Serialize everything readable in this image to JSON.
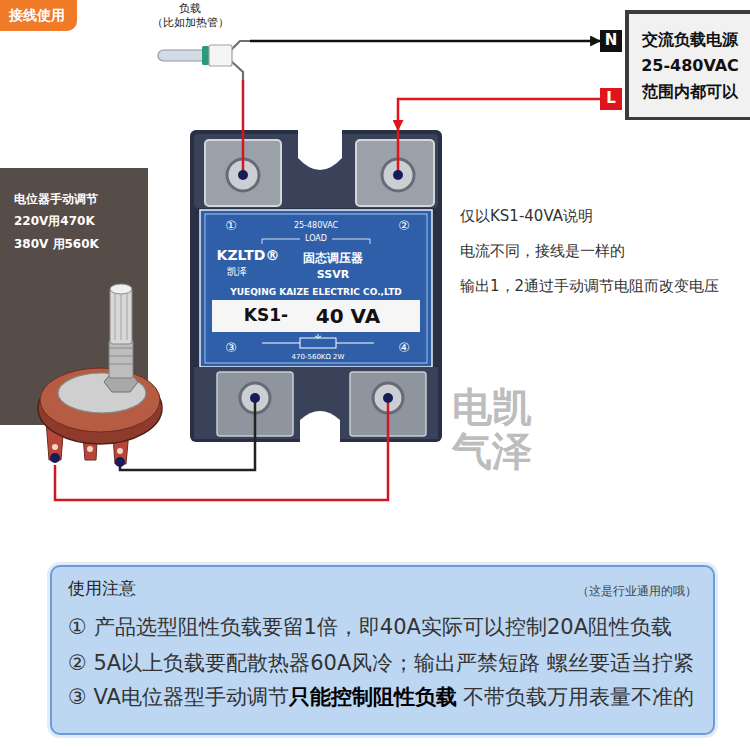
{
  "diagram": {
    "title": "接线使用",
    "nodes": [
      {
        "text": [
          "负载",
          "（比如加热管）"
        ]
      },
      {
        "text": [
          "N"
        ]
      },
      {
        "text": [
          "L"
        ]
      },
      {
        "text": [
          "交流负载电源",
          "25-480VAC",
          "范围内都可以"
        ]
      },
      {
        "text": [
          "电位器手动调节",
          "220V用470K",
          "380V 用560K"
        ]
      },
      {
        "text": [
          "①",
          "②",
          "25-480VAC",
          "LOAD",
          "KZLTD®",
          "凯泽",
          "固态调压器",
          "SSVR",
          "YUEQING KAIZE ELECTRIC CO.,LTD",
          "KS1-",
          "40 VA",
          "③",
          "④",
          "470-560KΩ 2W"
        ]
      },
      {
        "text": [
          "使用注意",
          "（这是行业通用的哦）",
          "① 产品选型阻性负载要留1倍，即40A实际可以控制20A阻性负载",
          "② 5A以上负载要配散热器60A风冷；输出严禁短路 螺丝要适当拧紧",
          "③ VA电位器型手动调节",
          "只能控制阻性负载",
          "不带负载万用表量不准的"
        ]
      }
    ],
    "edges": [
      {
        "from": 0,
        "to": 1,
        "arrow": "to"
      },
      {
        "from": 2,
        "to": 5,
        "arrow": "to"
      },
      {
        "from": 0,
        "to": 5,
        "arrow": "none"
      },
      {
        "from": 4,
        "to": 5,
        "arrow": "none"
      },
      {
        "from": 4,
        "to": 5,
        "arrow": "none"
      }
    ],
    "labels": [
      "仅以KS1-40VA说明",
      "电流不同，接线是一样的",
      "输出1，2通过手动调节电阻而改变电压",
      "电凯气泽"
    ]
  }
}
